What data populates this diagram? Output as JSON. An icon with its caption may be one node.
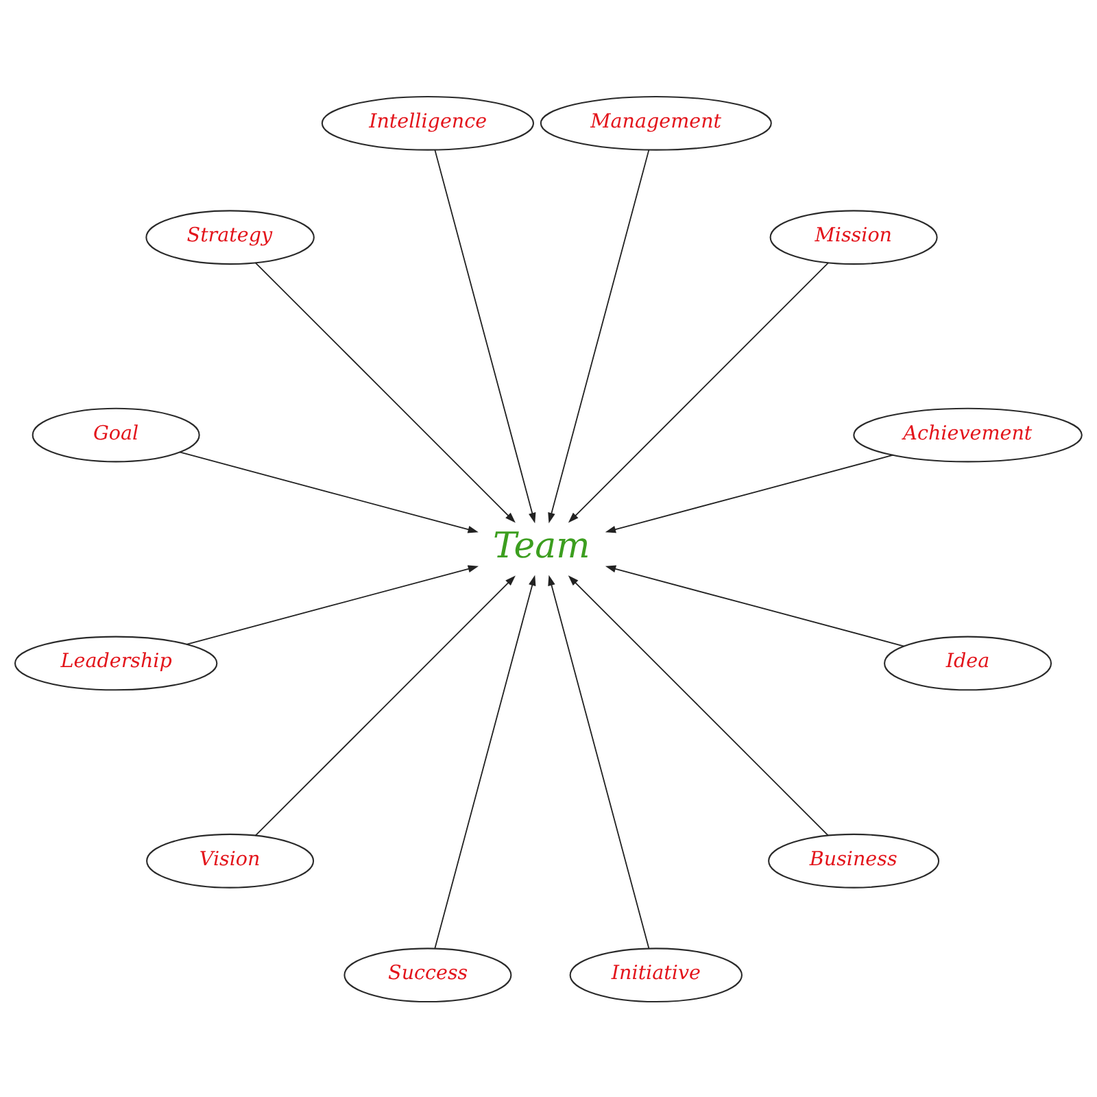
{
  "diagram": {
    "nodes": [
      {
        "text": [
          "Intelligence"
        ]
      },
      {
        "text": [
          "Strategy"
        ]
      },
      {
        "text": [
          "Management"
        ]
      },
      {
        "text": [
          "Goal"
        ]
      },
      {
        "text": [
          "Mission"
        ]
      },
      {
        "text": [
          "Leadership"
        ]
      },
      {
        "text": [
          "Team"
        ]
      },
      {
        "text": [
          "Achievement"
        ]
      },
      {
        "text": [
          "Vision"
        ]
      },
      {
        "text": [
          "Idea"
        ]
      },
      {
        "text": [
          "Success"
        ]
      },
      {
        "text": [
          "Business"
        ]
      },
      {
        "text": [
          "Initiative"
        ]
      }
    ],
    "edges": [
      {
        "from": 0,
        "to": 6,
        "arrow": "to"
      },
      {
        "from": 1,
        "to": 6,
        "arrow": "to"
      },
      {
        "from": 2,
        "to": 6,
        "arrow": "to"
      },
      {
        "from": 3,
        "to": 6,
        "arrow": "to"
      },
      {
        "from": 4,
        "to": 6,
        "arrow": "to"
      },
      {
        "from": 5,
        "to": 6,
        "arrow": "to"
      },
      {
        "from": 7,
        "to": 6,
        "arrow": "to"
      },
      {
        "from": 8,
        "to": 6,
        "arrow": "to"
      },
      {
        "from": 9,
        "to": 6,
        "arrow": "to"
      },
      {
        "from": 10,
        "to": 6,
        "arrow": "to"
      },
      {
        "from": 11,
        "to": 6,
        "arrow": "to"
      },
      {
        "from": 12,
        "to": 6,
        "arrow": "to"
      }
    ]
  }
}
